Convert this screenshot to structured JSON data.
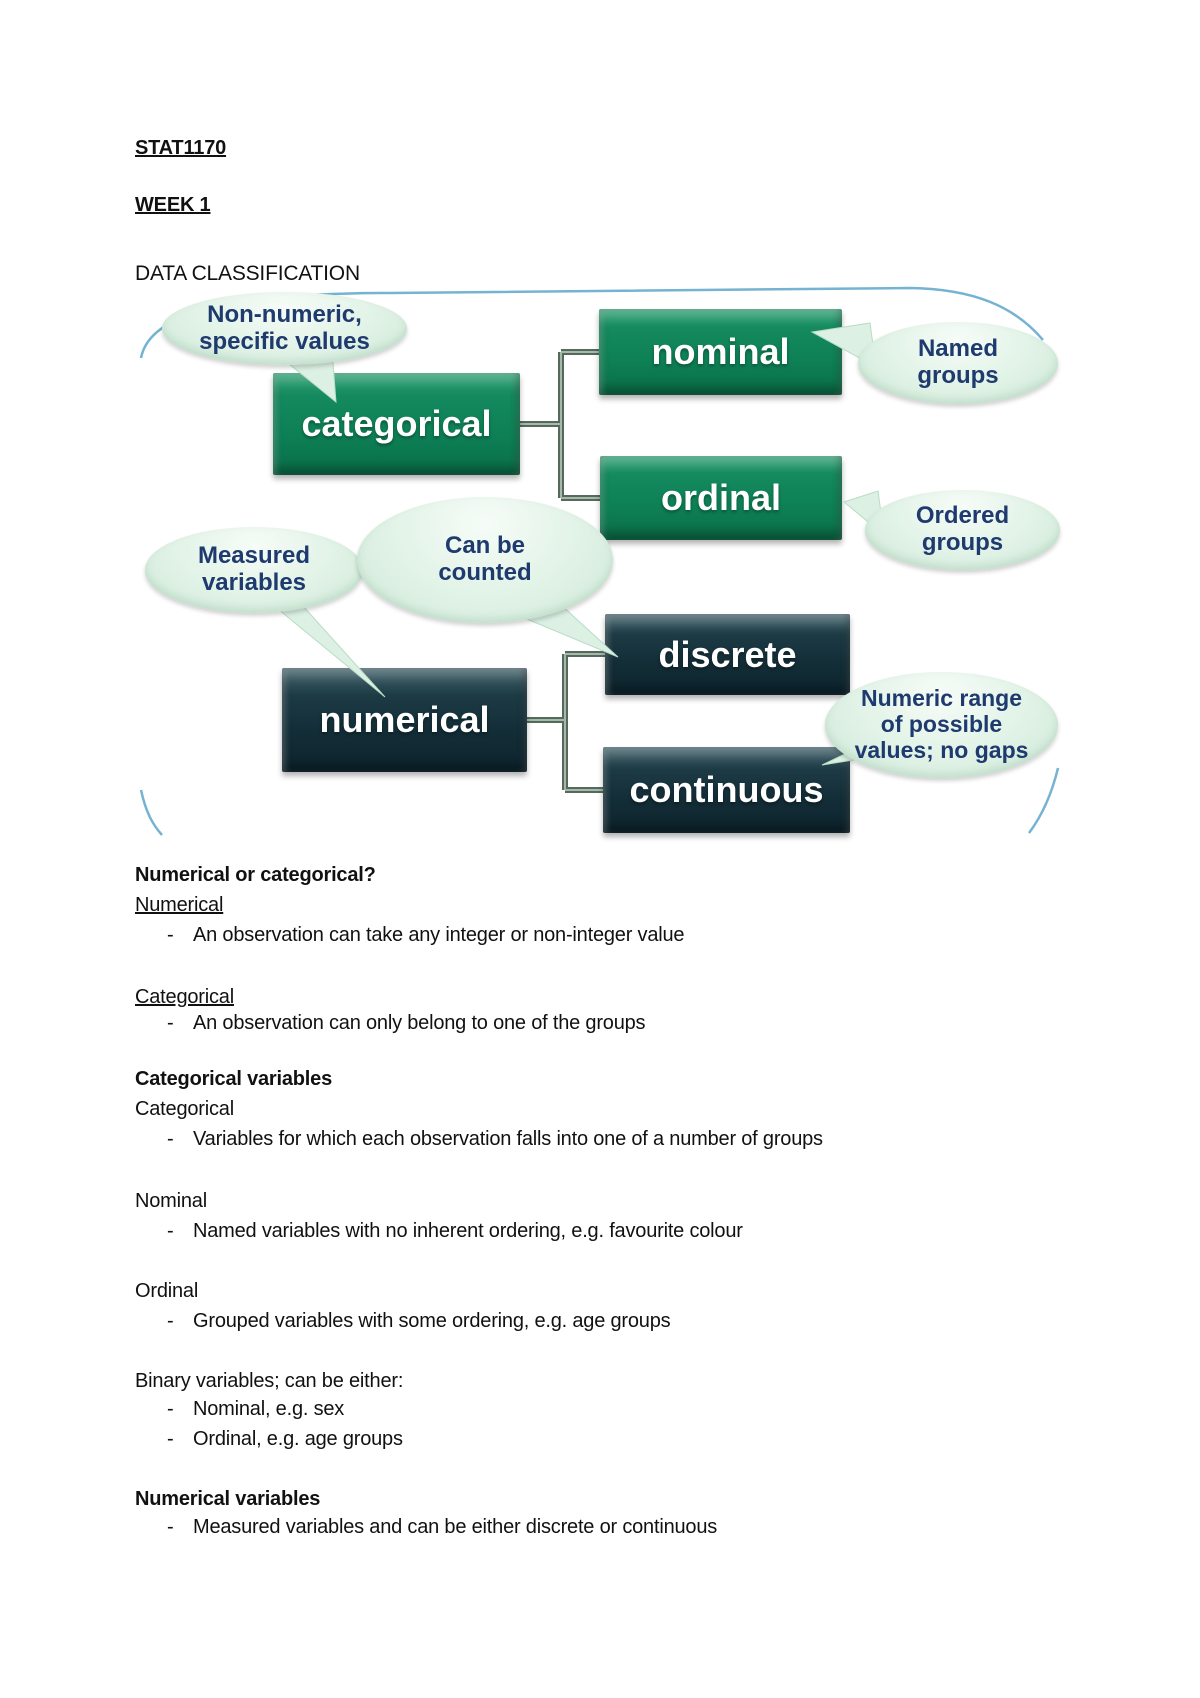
{
  "page": {
    "course_code": "STAT1170",
    "week_heading": "WEEK 1",
    "section_heading": "DATA CLASSIFICATION"
  },
  "diagram": {
    "boxes": {
      "categorical": {
        "label": "categorical"
      },
      "nominal": {
        "label": "nominal"
      },
      "ordinal": {
        "label": "ordinal"
      },
      "numerical": {
        "label": "numerical"
      },
      "discrete": {
        "label": "discrete"
      },
      "continuous": {
        "label": "continuous"
      }
    },
    "bubbles": {
      "non_numeric": {
        "lines": [
          "Non-numeric,",
          "specific values"
        ]
      },
      "named_groups": {
        "lines": [
          "Named",
          "groups"
        ]
      },
      "ordered_groups": {
        "lines": [
          "Ordered",
          "groups"
        ]
      },
      "measured_variables": {
        "lines": [
          "Measured",
          "variables"
        ]
      },
      "can_be_counted": {
        "lines": [
          "Can be",
          "counted"
        ]
      },
      "numeric_range": {
        "lines": [
          "Numeric range",
          "of possible",
          "values; no gaps"
        ]
      }
    },
    "colors": {
      "green_box": "#0e8055",
      "dark_box": "#132d37",
      "bubble_fill": "#ddf0e4",
      "bubble_text": "#1e3a6e",
      "connector": "#56695d",
      "frame_curve": "#74b3d1"
    }
  },
  "notes": {
    "q_heading": "Numerical or categorical?",
    "numerical_label": "Numerical",
    "numerical_bullet": "An observation can take any integer or non-integer value",
    "categorical_label": "Categorical",
    "categorical_bullet": "An observation can only belong to one of the groups",
    "cat_vars_heading": "Categorical variables",
    "cat_sub_label": "Categorical",
    "cat_sub_bullet": "Variables for which each observation falls into one of a number of groups",
    "nominal_heading": "Nominal",
    "nominal_bullet": "Named variables with no inherent ordering, e.g. favourite colour",
    "ordinal_heading": "Ordinal",
    "ordinal_bullet": "Grouped variables with some ordering, e.g. age groups",
    "binary_heading": "Binary variables; can be either:",
    "binary_bullet_1": "Nominal, e.g. sex",
    "binary_bullet_2": "Ordinal, e.g. age groups",
    "num_vars_heading": "Numerical variables",
    "num_vars_bullet": "Measured variables and can be either discrete or continuous"
  }
}
